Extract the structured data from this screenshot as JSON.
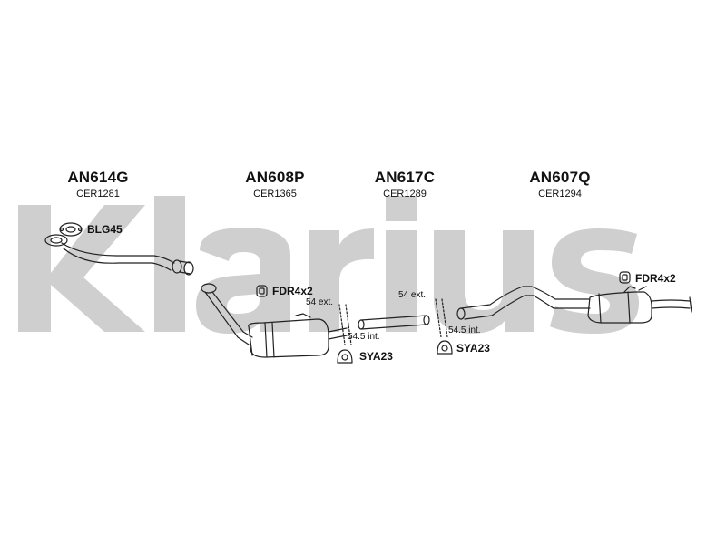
{
  "watermark": {
    "text": "Klarius",
    "color": "#cfcfcf"
  },
  "parts": [
    {
      "code": "AN614G",
      "ref": "CER1281"
    },
    {
      "code": "AN608P",
      "ref": "CER1365"
    },
    {
      "code": "AN617C",
      "ref": "CER1289"
    },
    {
      "code": "AN607Q",
      "ref": "CER1294"
    }
  ],
  "fittings": {
    "gasket": "BLG45",
    "clamp_left": "FDR4x2",
    "clamp_right": "FDR4x2",
    "hanger_left": "SYA23",
    "hanger_right": "SYA23"
  },
  "dimensions": {
    "ext_left": "54 ext.",
    "int_left": "54.5 int.",
    "ext_right": "54 ext.",
    "int_right": "54.5 int."
  }
}
